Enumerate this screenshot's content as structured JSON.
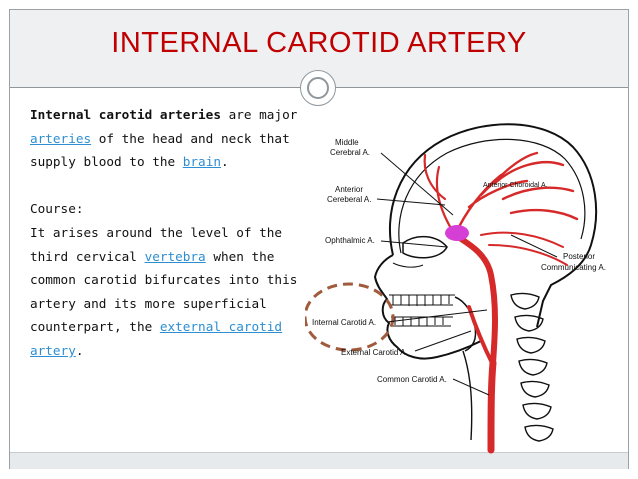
{
  "title": "INTERNAL CAROTID ARTERY",
  "para1": {
    "term": "Internal carotid arteries",
    "text1": " are major",
    "link_arteries": "arteries",
    "text2": " of the head and neck that",
    "text3": "supply blood to the ",
    "link_brain": "brain",
    "text4": "."
  },
  "course": {
    "heading": "Course:",
    "line1": "It arises around the level of the",
    "line2_pre": "third cervical ",
    "link_vertebra": "vertebra",
    "line2_post": " when the",
    "line3": "common carotid bifurcates into this",
    "line4": "artery and its more superficial",
    "line5_pre": "counterpart, the ",
    "link_external_1": "external carotid",
    "link_external_2": "artery",
    "line6_post": "."
  },
  "diagram_labels": {
    "middle": "Middle",
    "cerebral_a": "Cerebral A.",
    "anterior": "Anterior",
    "cereberal_a": "Cereberal A.",
    "ophthalmic": "Ophthalmic A.",
    "anterior_choroidal": "Anterior Choroidal A.",
    "posterior": "Posterior",
    "communicating": "Communicating A.",
    "internal_carotid": "Internal Carotid A.",
    "external_carotid": "External Carotid A.",
    "common_carotid": "Common Carotid A."
  },
  "colors": {
    "title": "#c00000",
    "link": "#2e8ed1",
    "artery": "#d62a2a",
    "highlight_circle": "#a05a3c",
    "pituitary": "#d63fd6"
  }
}
